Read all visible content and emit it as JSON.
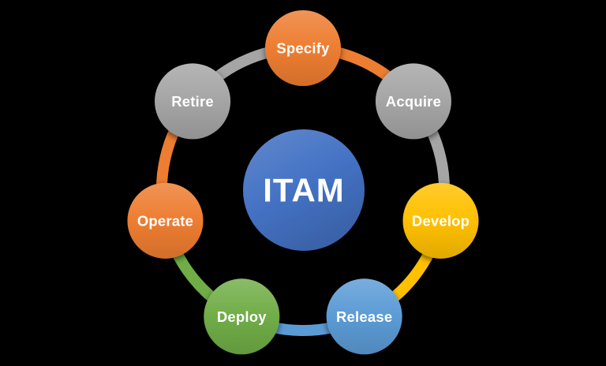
{
  "diagram": {
    "type": "cycle",
    "background_color": "#000000",
    "label_text_color": "#FFFFFF",
    "center": {
      "label": "ITAM",
      "color": "#4472C4",
      "text_color": "#FFFFFF"
    },
    "nodes": [
      {
        "label": "Specify",
        "color": "#ED7D31"
      },
      {
        "label": "Acquire",
        "color": "#A5A5A5"
      },
      {
        "label": "Develop",
        "color": "#FFC000"
      },
      {
        "label": "Release",
        "color": "#5B9BD5"
      },
      {
        "label": "Deploy",
        "color": "#70AD47"
      },
      {
        "label": "Operate",
        "color": "#ED7D31"
      },
      {
        "label": "Retire",
        "color": "#A5A5A5"
      }
    ],
    "connectors": [
      {
        "from": "Specify",
        "to": "Acquire",
        "color": "#ED7D31"
      },
      {
        "from": "Acquire",
        "to": "Develop",
        "color": "#A5A5A5"
      },
      {
        "from": "Develop",
        "to": "Release",
        "color": "#FFC000"
      },
      {
        "from": "Release",
        "to": "Deploy",
        "color": "#5B9BD5"
      },
      {
        "from": "Deploy",
        "to": "Operate",
        "color": "#70AD47"
      },
      {
        "from": "Operate",
        "to": "Retire",
        "color": "#ED7D31"
      },
      {
        "from": "Retire",
        "to": "Specify",
        "color": "#A5A5A5"
      }
    ]
  }
}
